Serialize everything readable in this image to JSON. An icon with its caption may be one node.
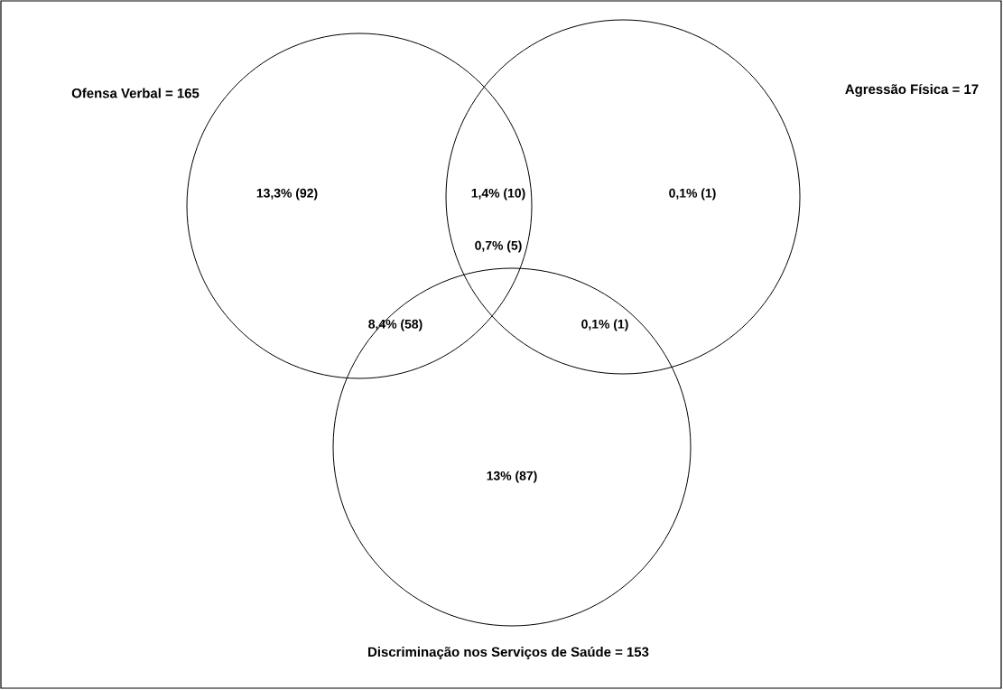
{
  "diagram": {
    "nodes": [
      {
        "text": [
          "Ofensa Verbal = 165"
        ]
      },
      {
        "text": [
          "Agressão Física = 17"
        ]
      },
      {
        "text": [
          "Discriminação nos Serviços de Saúde = 153"
        ]
      }
    ],
    "labels": [
      "13,3% (92)",
      "1,4% (10)",
      "0,1% (1)",
      "0,7% (5)",
      "8,4% (58)",
      "0,1% (1)",
      "13% (87)"
    ]
  }
}
